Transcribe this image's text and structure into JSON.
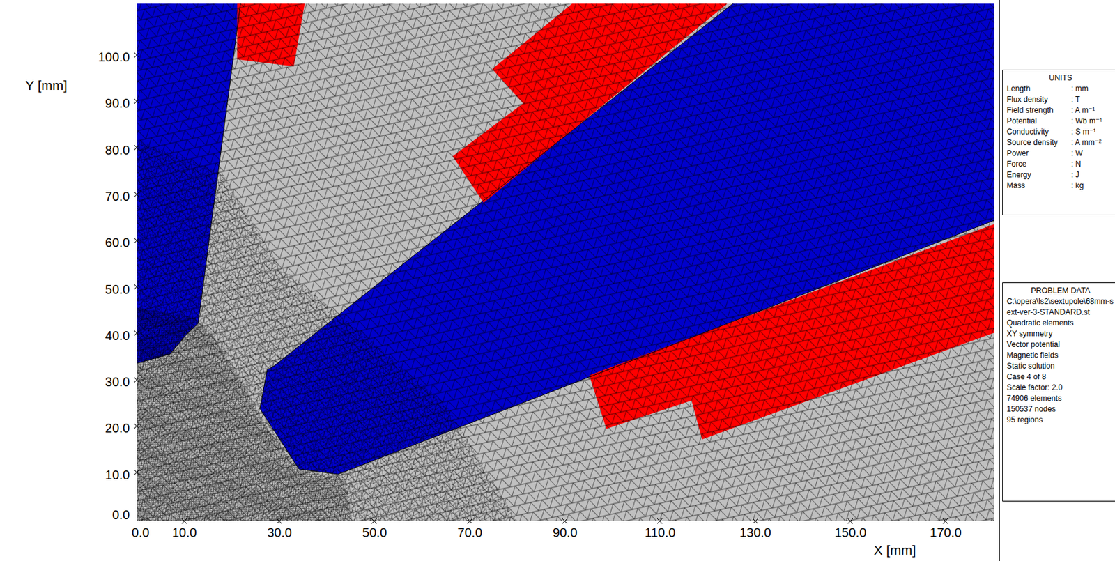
{
  "diagram": {
    "nodes": [
      {
        "text": [
          "UNITS",
          "Length",
          ": mm",
          "Flux density",
          ": T",
          "Field strength",
          ": A m⁻¹",
          "Potential",
          ": Wb m⁻¹",
          "Conductivity",
          ": S m⁻¹",
          "Source density",
          ": A mm⁻²",
          "Power",
          ": W",
          "Force",
          ": N",
          "Energy",
          ": J",
          "Mass",
          ": kg"
        ]
      },
      {
        "text": [
          "PROBLEM DATA",
          "C:\\opera\\ls2\\sextupole\\68mm-sext-ver-3-STANDARD.st",
          "Quadratic elements",
          "XY symmetry",
          "Vector potential",
          "Magnetic fields",
          "Static solution",
          "Case 4 of 8",
          "Scale factor: 2.0",
          "74906 elements",
          "150537 nodes",
          "95 regions"
        ]
      }
    ],
    "labels": [
      "Y [mm]",
      "100.0",
      "90.0",
      "80.0",
      "70.0",
      "60.0",
      "50.0",
      "40.0",
      "30.0",
      "20.0",
      "10.0",
      "0.0",
      "0.0",
      "10.0",
      "30.0",
      "50.0",
      "70.0",
      "90.0",
      "110.0",
      "130.0",
      "150.0",
      "170.0",
      "X [mm]"
    ]
  }
}
